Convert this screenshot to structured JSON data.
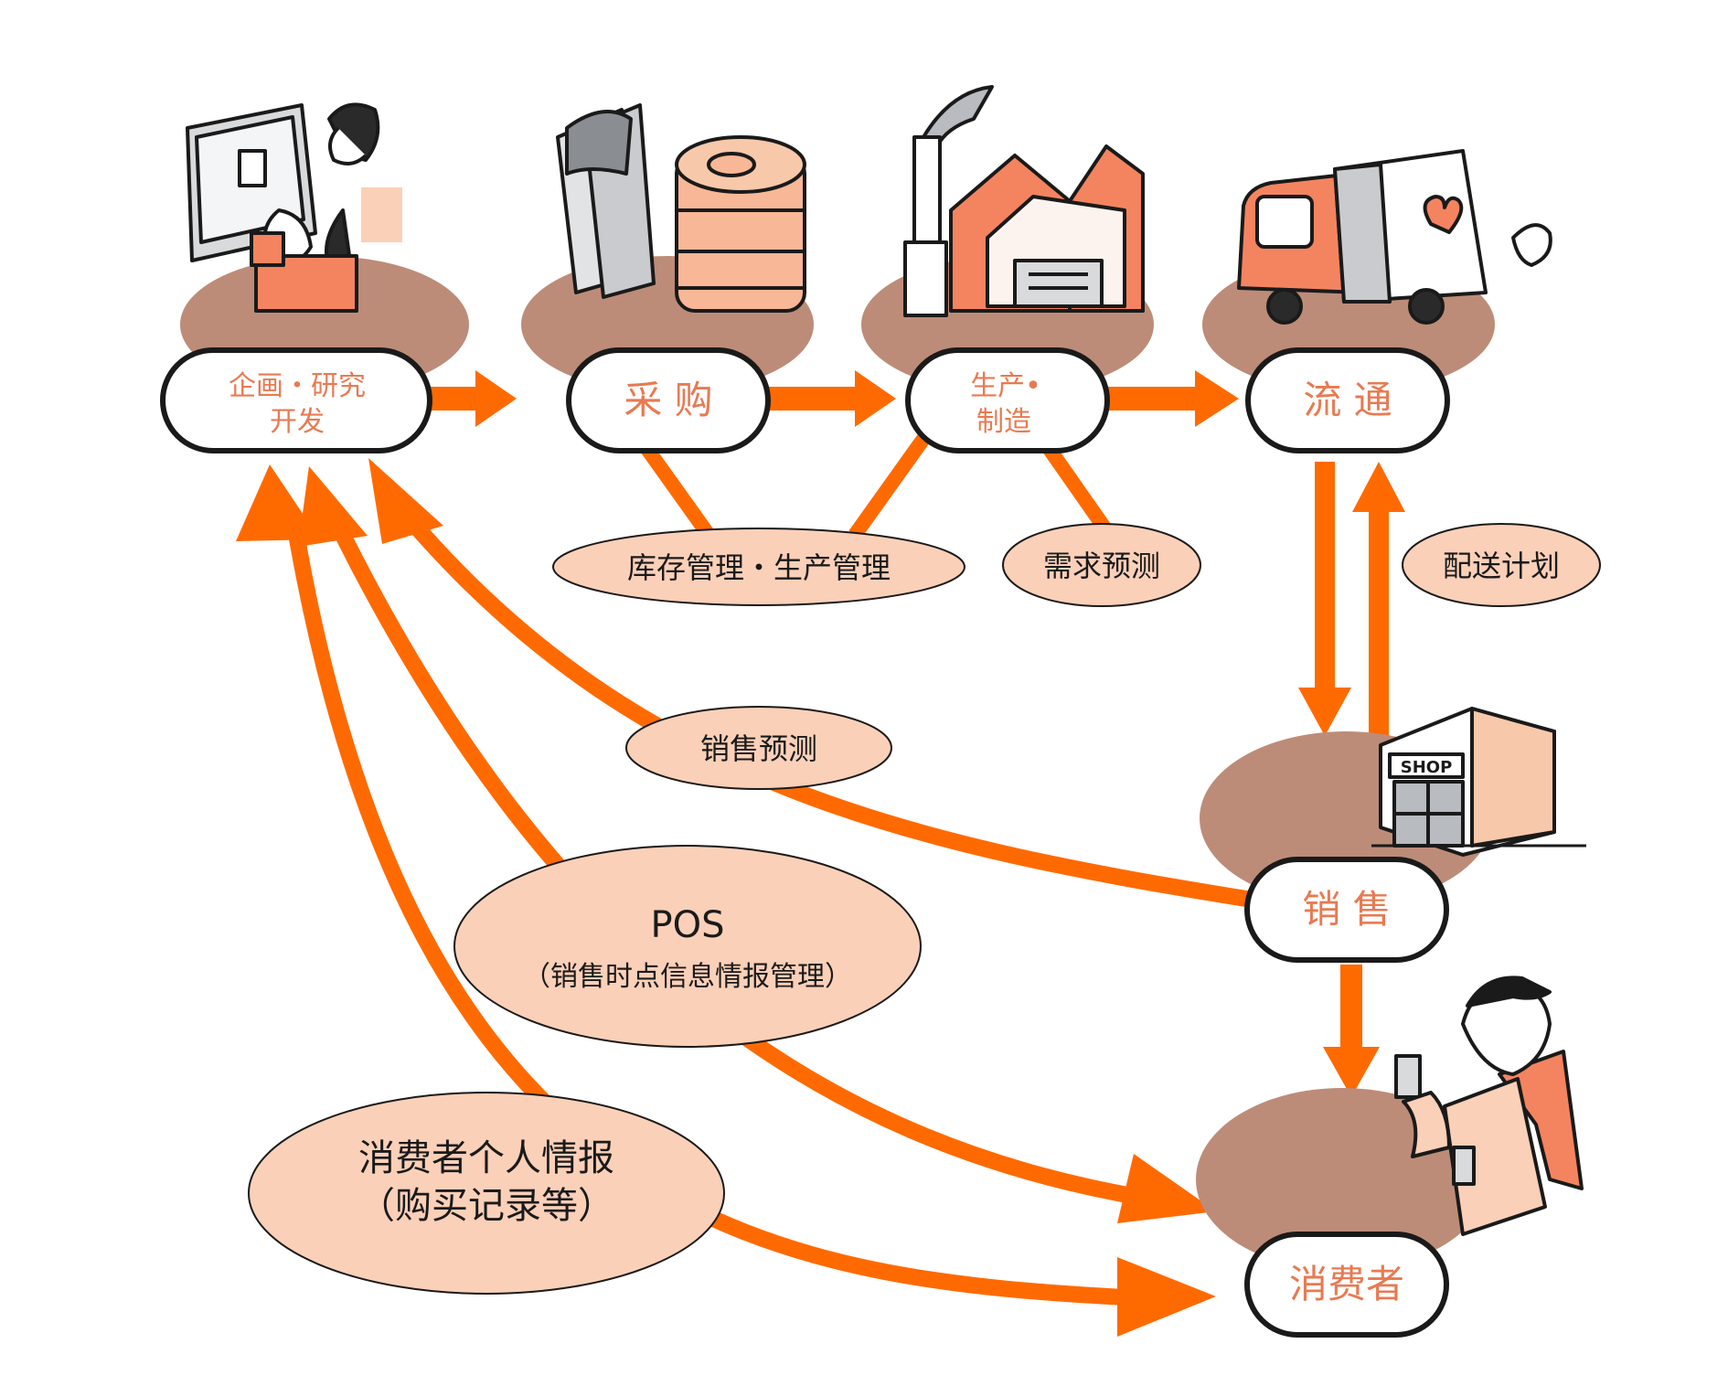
{
  "colors": {
    "arrow": "#ff6a00",
    "stage_base": "#bd8c78",
    "label_text": "#e87a52",
    "info_fill": "#fbd0b8",
    "outline": "#1a1a1a"
  },
  "stages": {
    "planning": {
      "line1": "企画・研究",
      "line2": "开发",
      "icon": "designers-illustration"
    },
    "purchasing": {
      "label": "采 购",
      "icon": "materials-illustration"
    },
    "production": {
      "line1": "生产•",
      "line2": "制造",
      "icon": "factory-illustration"
    },
    "distribution": {
      "label": "流 通",
      "icon": "truck-illustration"
    },
    "sales": {
      "label": "销 售",
      "icon": "shop-illustration",
      "shop_sign": "SHOP"
    },
    "consumer": {
      "label": "消费者",
      "icon": "consumer-illustration"
    }
  },
  "info": {
    "inventory": "库存管理・生产管理",
    "demand": "需求预测",
    "delivery": "配送计划",
    "sales_forecast": "销售预测",
    "pos_title": "POS",
    "pos_desc": "（销售时点信息情报管理）",
    "consumer_info_1": "消费者个人情报",
    "consumer_info_2": "（购买记录等）"
  }
}
